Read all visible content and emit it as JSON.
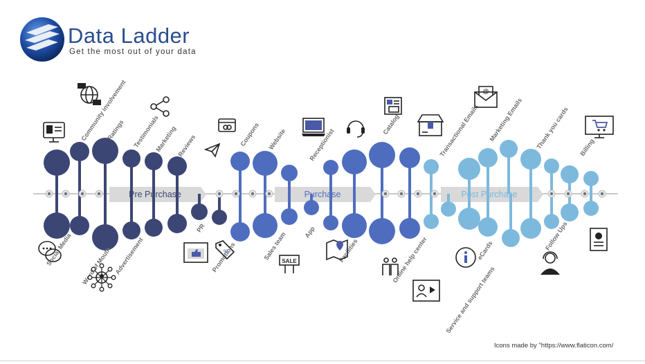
{
  "brand": {
    "title": "Data Ladder",
    "tagline": "Get the most out of your data"
  },
  "credit": "Icons made by \"https://www.flaticon.com/",
  "colors": {
    "pre": "#3b4674",
    "purchase": "#4f6dbf",
    "post": "#7db9dd",
    "spine": "#c9c9c9",
    "arrow": "#d8d8d8"
  },
  "phases": [
    {
      "label": "Pre Purchase",
      "color": "#3b4674"
    },
    {
      "label": "Purchase",
      "color": "#4f6dbf"
    },
    {
      "label": "Post Purchase",
      "color": "#7db9dd"
    }
  ],
  "touchpoints_top": [
    {
      "label": "Community  involvement",
      "phase": 0,
      "icon": "id-card-icon"
    },
    {
      "label": "Ratings",
      "phase": 0,
      "icon": "globe-chat-icon"
    },
    {
      "label": "Testimonials",
      "phase": 0,
      "icon": "share-icon"
    },
    {
      "label": "Marketing",
      "phase": 0,
      "icon": ""
    },
    {
      "label": "Reviews",
      "phase": 0,
      "icon": "paper-plane-icon"
    },
    {
      "label": "Coupons",
      "phase": 1,
      "icon": "coupon-icon"
    },
    {
      "label": "Website",
      "phase": 1,
      "icon": "laptop-icon"
    },
    {
      "label": "Receptionist",
      "phase": 1,
      "icon": "headset-icon"
    },
    {
      "label": "Catalog",
      "phase": 1,
      "icon": "catalog-icon"
    },
    {
      "label": "Transactional Emails",
      "phase": 2,
      "icon": "box-icon"
    },
    {
      "label": "Marketing Emails",
      "phase": 2,
      "icon": "email-icon"
    },
    {
      "label": "Thank you cards",
      "phase": 2,
      "icon": ""
    },
    {
      "label": "Billing",
      "phase": 2,
      "icon": "cart-monitor-icon"
    }
  ],
  "touchpoints_bottom": [
    {
      "label": "Social Media",
      "phase": 0,
      "icon": "chat-bubbles-icon"
    },
    {
      "label": "Word of Mouth",
      "phase": 0,
      "icon": "network-icon"
    },
    {
      "label": "Advertisement",
      "phase": 0,
      "icon": ""
    },
    {
      "label": "PR",
      "phase": 0,
      "icon": "social-post-icon"
    },
    {
      "label": "Promotions",
      "phase": 1,
      "icon": "price-tag-icon"
    },
    {
      "label": "Sales team",
      "phase": 1,
      "icon": "sale-sign-icon"
    },
    {
      "label": "App",
      "phase": 1,
      "icon": "map-icon"
    },
    {
      "label": "Facilities",
      "phase": 1,
      "icon": "people-icon"
    },
    {
      "label": "Online help center",
      "phase": 2,
      "icon": "video-support-icon"
    },
    {
      "label": "eCards",
      "phase": 2,
      "icon": "info-icon"
    },
    {
      "label": "Service and support teams",
      "phase": 2,
      "icon": "agent-icon"
    },
    {
      "label": "Follow Ups",
      "phase": 2,
      "icon": "invoice-icon"
    }
  ]
}
